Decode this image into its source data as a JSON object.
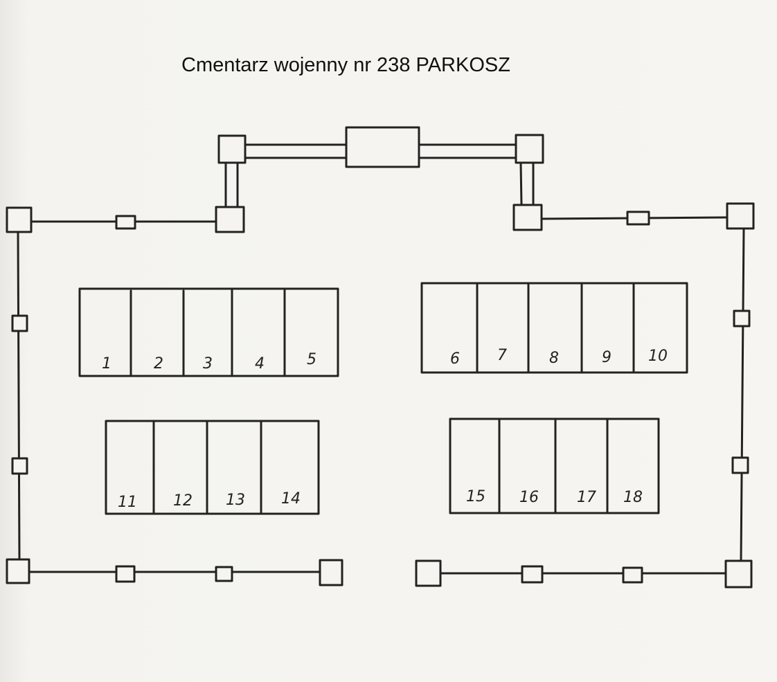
{
  "title": "Cmentarz wojenny nr 238 PARKOSZ",
  "colors": {
    "ink": "#222222",
    "paper": "#f5f4f0"
  },
  "groups": [
    {
      "labels": [
        "1",
        "2",
        "3",
        "4",
        "5"
      ]
    },
    {
      "labels": [
        "6",
        "7",
        "8",
        "9",
        "10"
      ]
    },
    {
      "labels": [
        "11",
        "12",
        "13",
        "14"
      ]
    },
    {
      "labels": [
        "15",
        "16",
        "17",
        "18"
      ]
    }
  ]
}
